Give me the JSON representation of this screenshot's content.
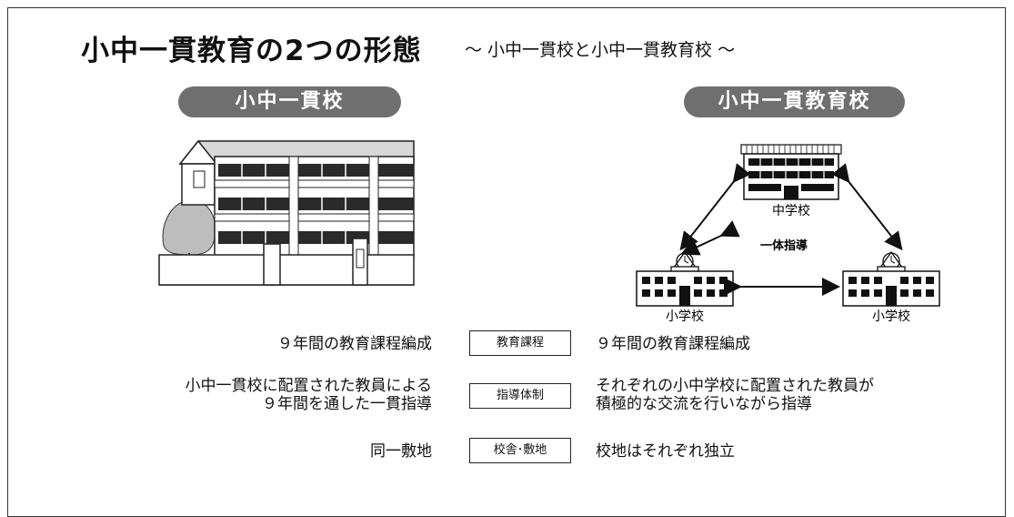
{
  "title": "小中一貫教育の2つの形態",
  "subtitle": "～ 小中一貫校と小中一貫教育校 ～",
  "left_heading": "小中一貫校",
  "right_heading": "小中一貫教育校",
  "diagram": {
    "junior_high": "中学校",
    "elementary_left": "小学校",
    "elementary_right": "小学校",
    "unified": "一体指導"
  },
  "rows": [
    {
      "label": "教育課程",
      "left": [
        "９年間の教育課程編成"
      ],
      "right": [
        "９年間の教育課程編成"
      ]
    },
    {
      "label": "指導体制",
      "left": [
        "小中一貫校に配置された教員による",
        "９年間を通した一貫指導"
      ],
      "right": [
        "それぞれの小中学校に配置された教員が",
        "積極的な交流を行いながら指導"
      ]
    },
    {
      "label": "校舎･敷地",
      "left": [
        "同一敷地"
      ],
      "right": [
        "校地はそれぞれ独立"
      ]
    }
  ]
}
